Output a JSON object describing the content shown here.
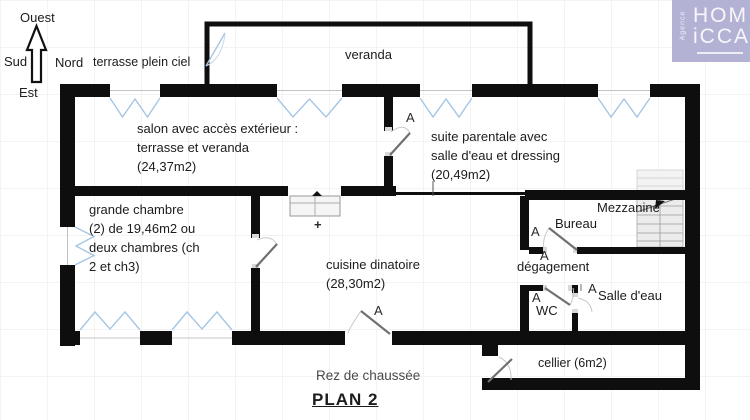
{
  "compass": {
    "west": "Ouest",
    "south": "Sud",
    "north": "Nord",
    "east": "Est"
  },
  "logo": {
    "word_top": "HOM",
    "word_bottom": "iCCA",
    "vertical_label": "Agence"
  },
  "outdoor": {
    "terrace_label": "terrasse plein ciel",
    "veranda_label": "veranda"
  },
  "rooms": {
    "salon": "salon avec accès extérieur :\nterrasse et veranda\n(24,37m2)",
    "suite": "suite parentale avec\nsalle d'eau et dressing\n(20,49m2)",
    "chambre": "grande chambre\n(2) de 19,46m2 ou\ndeux chambres (ch\n2 et ch3)",
    "cuisine": "cuisine dinatoire\n(28,30m2)",
    "mezzanine": "Mezzanine",
    "bureau": "Bureau",
    "degagement": "dégagement",
    "wc": "WC",
    "salle_eau": "Salle d'eau",
    "cellier": "cellier (6m2)"
  },
  "door_label": "A",
  "symbols": {
    "plus": "+"
  },
  "footer": {
    "floor_label": "Rez de chaussée",
    "plan_title": "PLAN 2"
  },
  "colors": {
    "wall": "#0e0e0e",
    "window_swing": "#a6c6e4",
    "door_leaf": "#707070",
    "door_arc": "#c8c8c8",
    "logo_bg": "#b3b2d4",
    "stairs_fill": "#ececec"
  }
}
